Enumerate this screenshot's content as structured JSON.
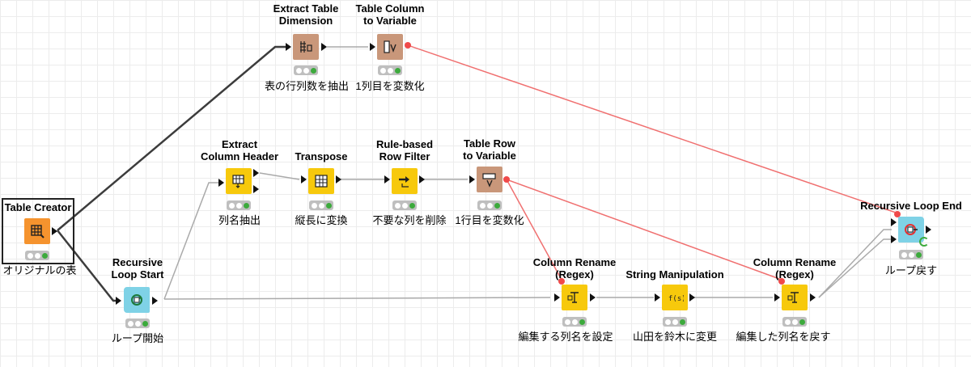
{
  "nodes": {
    "table_creator": {
      "title": "Table Creator",
      "label": "オリジナルの表",
      "icon": "table-grid-icon",
      "color": "#f5932e"
    },
    "recursive_loop_start": {
      "title_1": "Recursive",
      "title_2": "Loop Start",
      "label": "ループ開始",
      "icon": "loop-start-icon",
      "color": "#7fd2e6"
    },
    "extract_table_dimension": {
      "title_1": "Extract Table",
      "title_2": "Dimension",
      "label": "表の行列数を抽出",
      "icon": "table-dimension-icon",
      "color": "#c9977a"
    },
    "table_column_to_variable": {
      "title_1": "Table Column",
      "title_2": "to Variable",
      "label": "1列目を変数化",
      "icon": "column-to-variable-icon",
      "color": "#c9977a"
    },
    "extract_column_header": {
      "title_1": "Extract",
      "title_2": "Column Header",
      "label": "列名抽出",
      "icon": "column-header-icon",
      "color": "#f7c90c"
    },
    "transpose": {
      "title": "Transpose",
      "label": "縦長に変換",
      "icon": "transpose-grid-icon",
      "color": "#f7c90c"
    },
    "rule_based_row_filter": {
      "title_1": "Rule-based",
      "title_2": "Row Filter",
      "label": "不要な列を削除",
      "icon": "row-filter-arrow-icon",
      "color": "#f7c90c"
    },
    "table_row_to_variable": {
      "title_1": "Table Row",
      "title_2": "to Variable",
      "label": "1行目を変数化",
      "icon": "row-to-variable-icon",
      "color": "#c9977a"
    },
    "column_rename_regex_1": {
      "title_1": "Column Rename",
      "title_2": "(Regex)",
      "label": "編集する列名を設定",
      "icon": "column-rename-icon",
      "color": "#f7c90c"
    },
    "string_manipulation": {
      "title": "String Manipulation",
      "label": "山田を鈴木に変更",
      "icon": "string-manipulation-icon",
      "color": "#f7c90c"
    },
    "column_rename_regex_2": {
      "title_1": "Column Rename",
      "title_2": "(Regex)",
      "label": "編集した列名を戻す",
      "icon": "column-rename-icon",
      "color": "#f7c90c"
    },
    "recursive_loop_end": {
      "title": "Recursive Loop End",
      "label": "ループ戻す",
      "icon": "loop-end-icon",
      "color": "#7fd2e6"
    }
  },
  "colors": {
    "data_edge": "#444444",
    "variable_edge": "#f04a4a",
    "status_green": "#3caa3c",
    "grid": "#ececec"
  }
}
